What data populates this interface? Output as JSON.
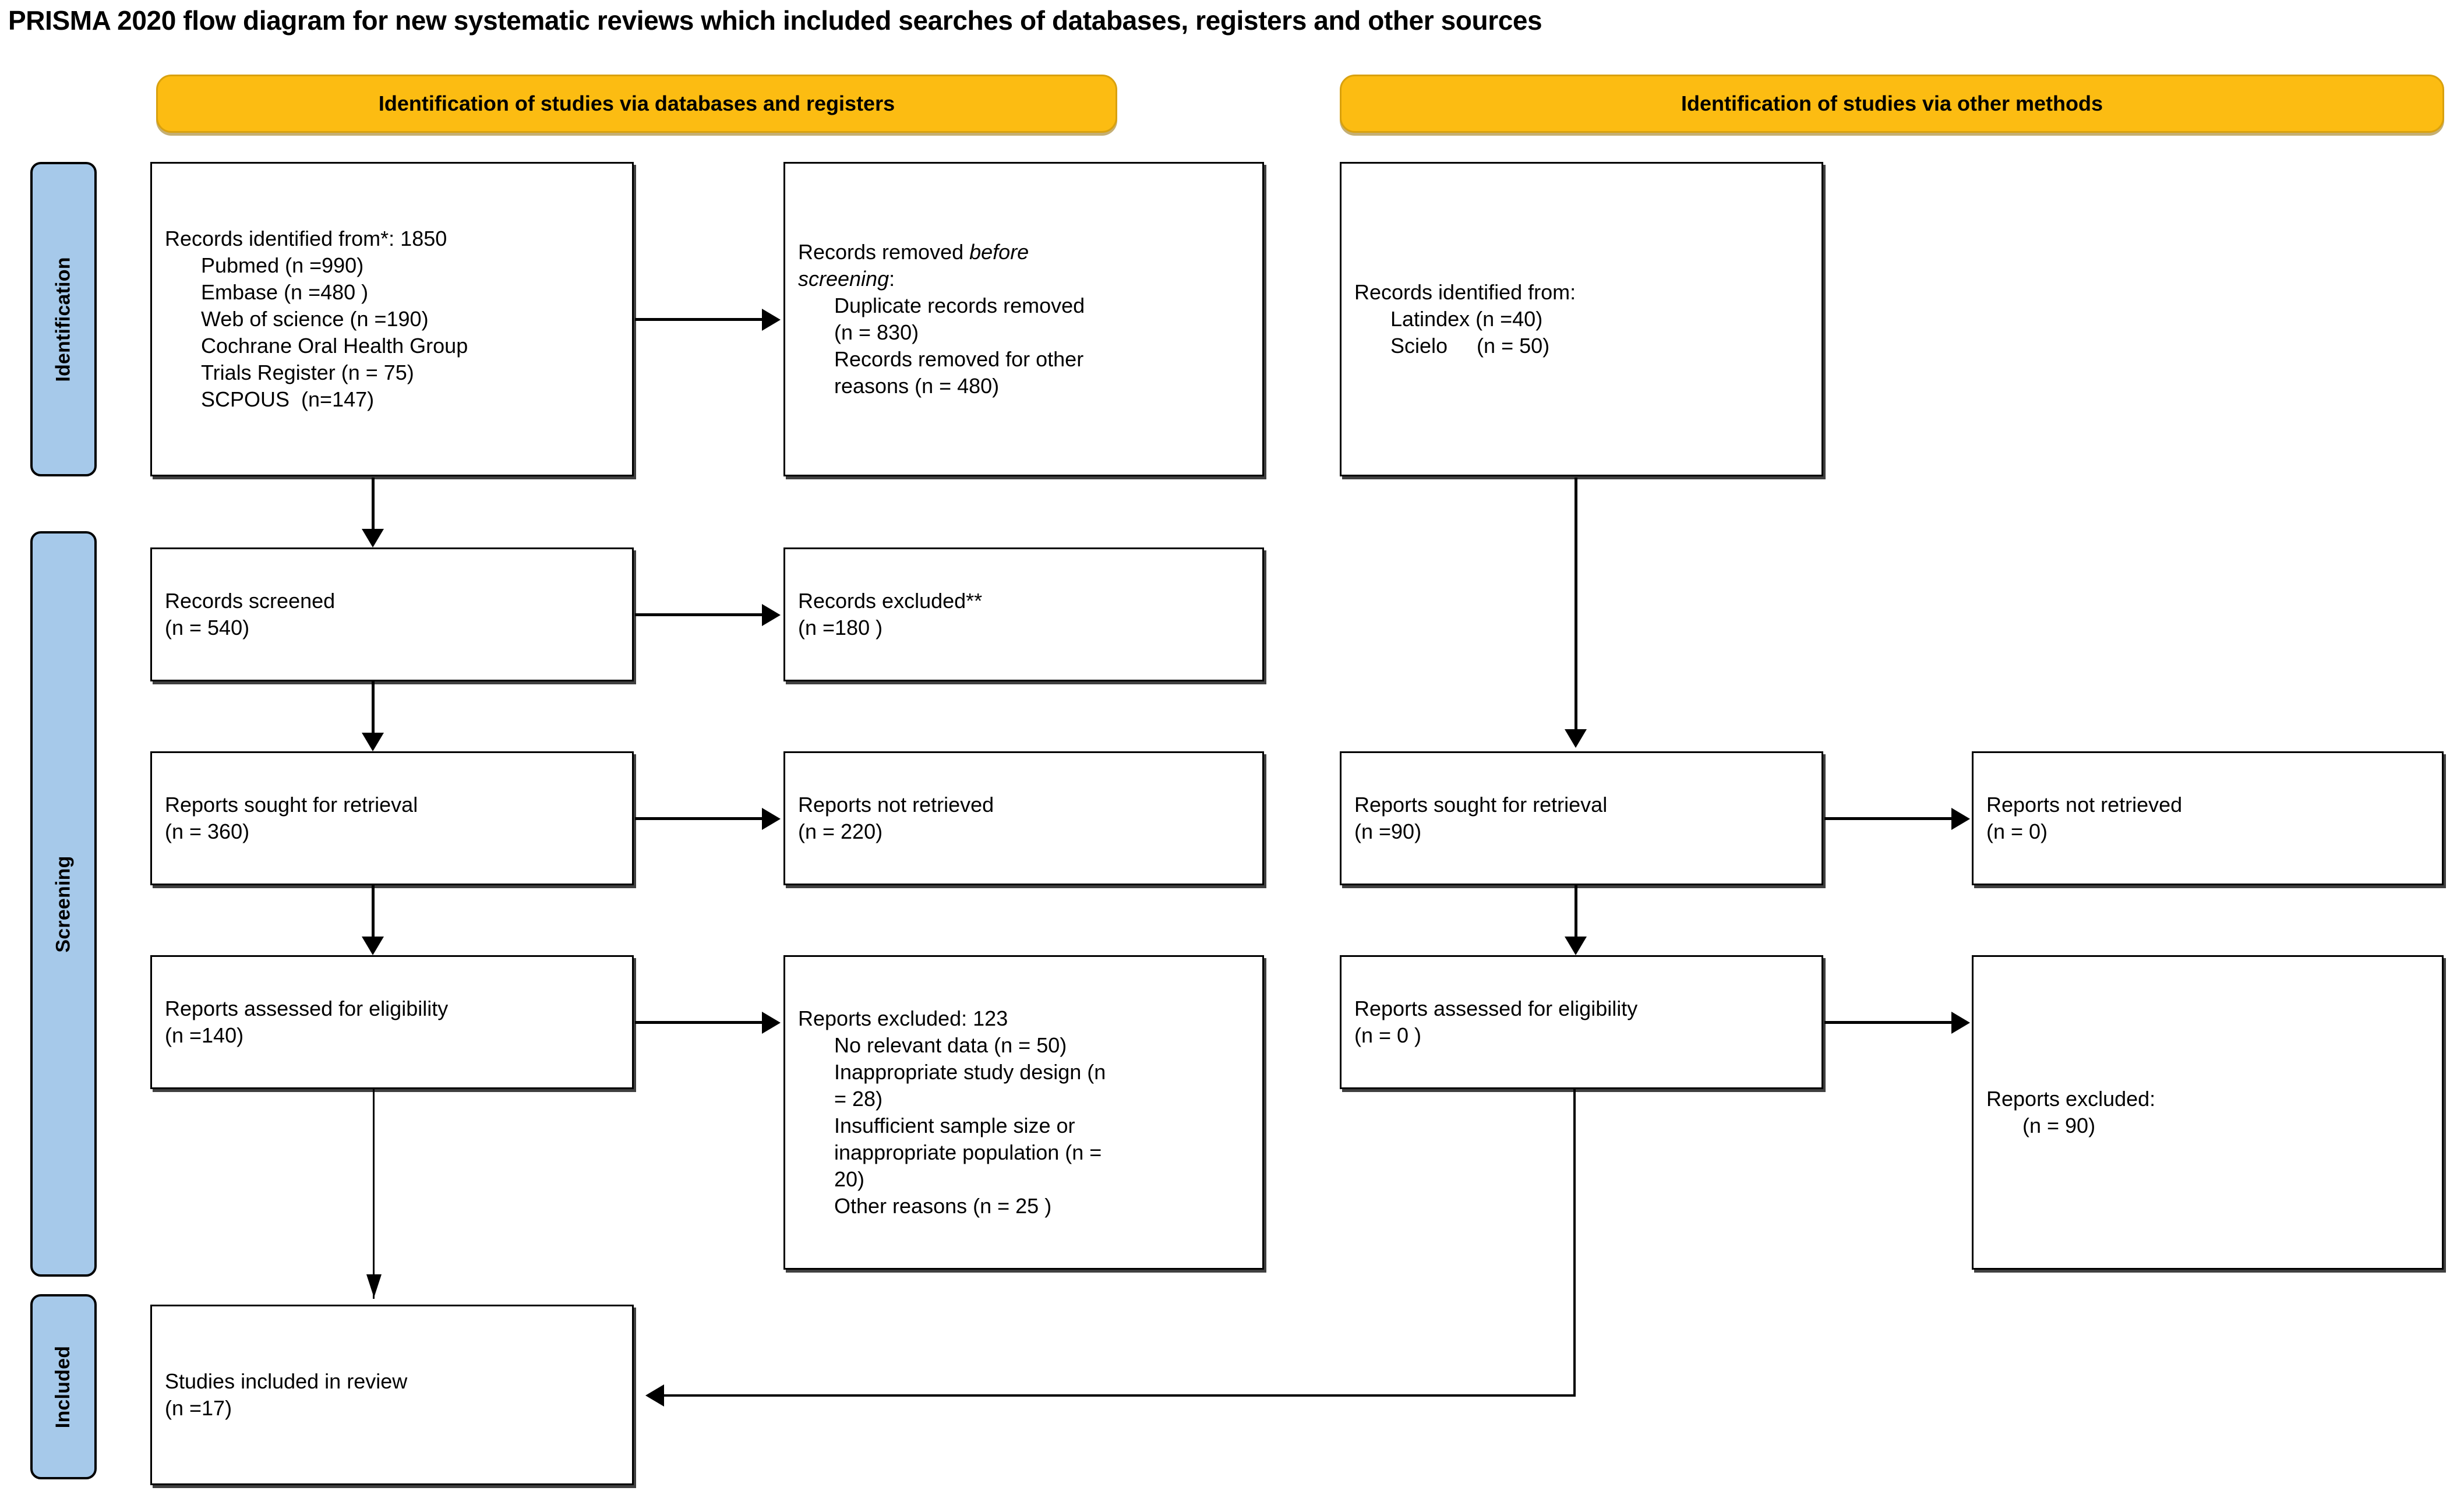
{
  "title": "PRISMA 2020 flow diagram for new systematic reviews which included searches of databases, registers and other sources",
  "banners": {
    "left": "Identification of studies via databases and registers",
    "right": "Identification of studies via other methods"
  },
  "stages": {
    "identification": "Identification",
    "screening": "Screening",
    "included": "Included"
  },
  "colors": {
    "banner_fill": "#FCBC12",
    "banner_border": "#D9A10E",
    "stage_fill": "#A6C9EA",
    "box_border": "#000000",
    "background": "#FFFFFF"
  },
  "boxes": {
    "records_identified": {
      "name": "Records identified from databases and registers",
      "lines": [
        {
          "text": "Records identified from*: 1850",
          "indent": false
        },
        {
          "text": "Pubmed (n =990)",
          "indent": true
        },
        {
          "text": "Embase (n =480 )",
          "indent": true
        },
        {
          "text": "Web of science (n =190)",
          "indent": true
        },
        {
          "text": "Cochrane Oral Health Group",
          "indent": true
        },
        {
          "text": "Trials Register (n = 75)",
          "indent": true
        },
        {
          "text": "SCPOUS  (n=147)",
          "indent": true
        }
      ]
    },
    "records_removed": {
      "name": "Records removed before screening",
      "lines": [
        {
          "text": "Records removed ",
          "indent": false,
          "italic_tail": "before"
        },
        {
          "text": "screening",
          "indent": false,
          "italic": true,
          "tail": ":"
        },
        {
          "text": "Duplicate records removed",
          "indent": true
        },
        {
          "text": "(n = 830)",
          "indent": true
        },
        {
          "text": "Records removed for other",
          "indent": true
        },
        {
          "text": "reasons (n = 480)",
          "indent": true
        }
      ]
    },
    "records_identified_other": {
      "name": "Records identified from other methods",
      "lines": [
        {
          "text": "Records identified from:",
          "indent": false
        },
        {
          "text": "Latindex (n =40)",
          "indent": true
        },
        {
          "text": "Scielo     (n = 50)",
          "indent": true
        }
      ]
    },
    "records_screened": {
      "name": "Records screened",
      "lines": [
        {
          "text": "Records screened",
          "indent": false
        },
        {
          "text": "(n = 540)",
          "indent": false
        }
      ]
    },
    "records_excluded": {
      "name": "Records excluded",
      "lines": [
        {
          "text": "Records excluded**",
          "indent": false
        },
        {
          "text": "(n =180 )",
          "indent": false
        }
      ]
    },
    "reports_sought_left": {
      "name": "Reports sought for retrieval (databases)",
      "lines": [
        {
          "text": "Reports sought for retrieval",
          "indent": false
        },
        {
          "text": "(n = 360)",
          "indent": false
        }
      ]
    },
    "reports_not_retrieved_left": {
      "name": "Reports not retrieved (databases)",
      "lines": [
        {
          "text": "Reports not retrieved",
          "indent": false
        },
        {
          "text": "(n = 220)",
          "indent": false
        }
      ]
    },
    "reports_assessed_left": {
      "name": "Reports assessed for eligibility (databases)",
      "lines": [
        {
          "text": "Reports assessed for eligibility",
          "indent": false
        },
        {
          "text": "(n =140)",
          "indent": false
        }
      ]
    },
    "reports_excluded_left": {
      "name": "Reports excluded with reasons",
      "lines": [
        {
          "text": "Reports excluded: 123",
          "indent": false
        },
        {
          "text": "No relevant data (n = 50)",
          "indent": true
        },
        {
          "text": "Inappropriate study design (n",
          "indent": true
        },
        {
          "text": "= 28)",
          "indent": true
        },
        {
          "text": "Insufficient sample size or",
          "indent": true
        },
        {
          "text": "inappropriate population (n =",
          "indent": true
        },
        {
          "text": "20)",
          "indent": true
        },
        {
          "text": "Other reasons (n = 25 )",
          "indent": true
        }
      ]
    },
    "reports_sought_right": {
      "name": "Reports sought for retrieval (other methods)",
      "lines": [
        {
          "text": "Reports sought for retrieval",
          "indent": false
        },
        {
          "text": "(n =90)",
          "indent": false
        }
      ]
    },
    "reports_not_retrieved_right": {
      "name": "Reports not retrieved (other methods)",
      "lines": [
        {
          "text": "Reports not retrieved",
          "indent": false
        },
        {
          "text": "(n = 0)",
          "indent": false
        }
      ]
    },
    "reports_assessed_right": {
      "name": "Reports assessed for eligibility (other methods)",
      "lines": [
        {
          "text": "Reports assessed for eligibility",
          "indent": false
        },
        {
          "text": "(n = 0 )",
          "indent": false
        }
      ]
    },
    "reports_excluded_right": {
      "name": "Reports excluded (other methods)",
      "lines": [
        {
          "text": "Reports excluded:",
          "indent": false
        },
        {
          "text": "(n = 90)",
          "indent": true
        }
      ]
    },
    "studies_included": {
      "name": "Studies included in review",
      "lines": [
        {
          "text": "Studies included in review",
          "indent": false
        },
        {
          "text": "(n =17)",
          "indent": false
        }
      ]
    }
  }
}
